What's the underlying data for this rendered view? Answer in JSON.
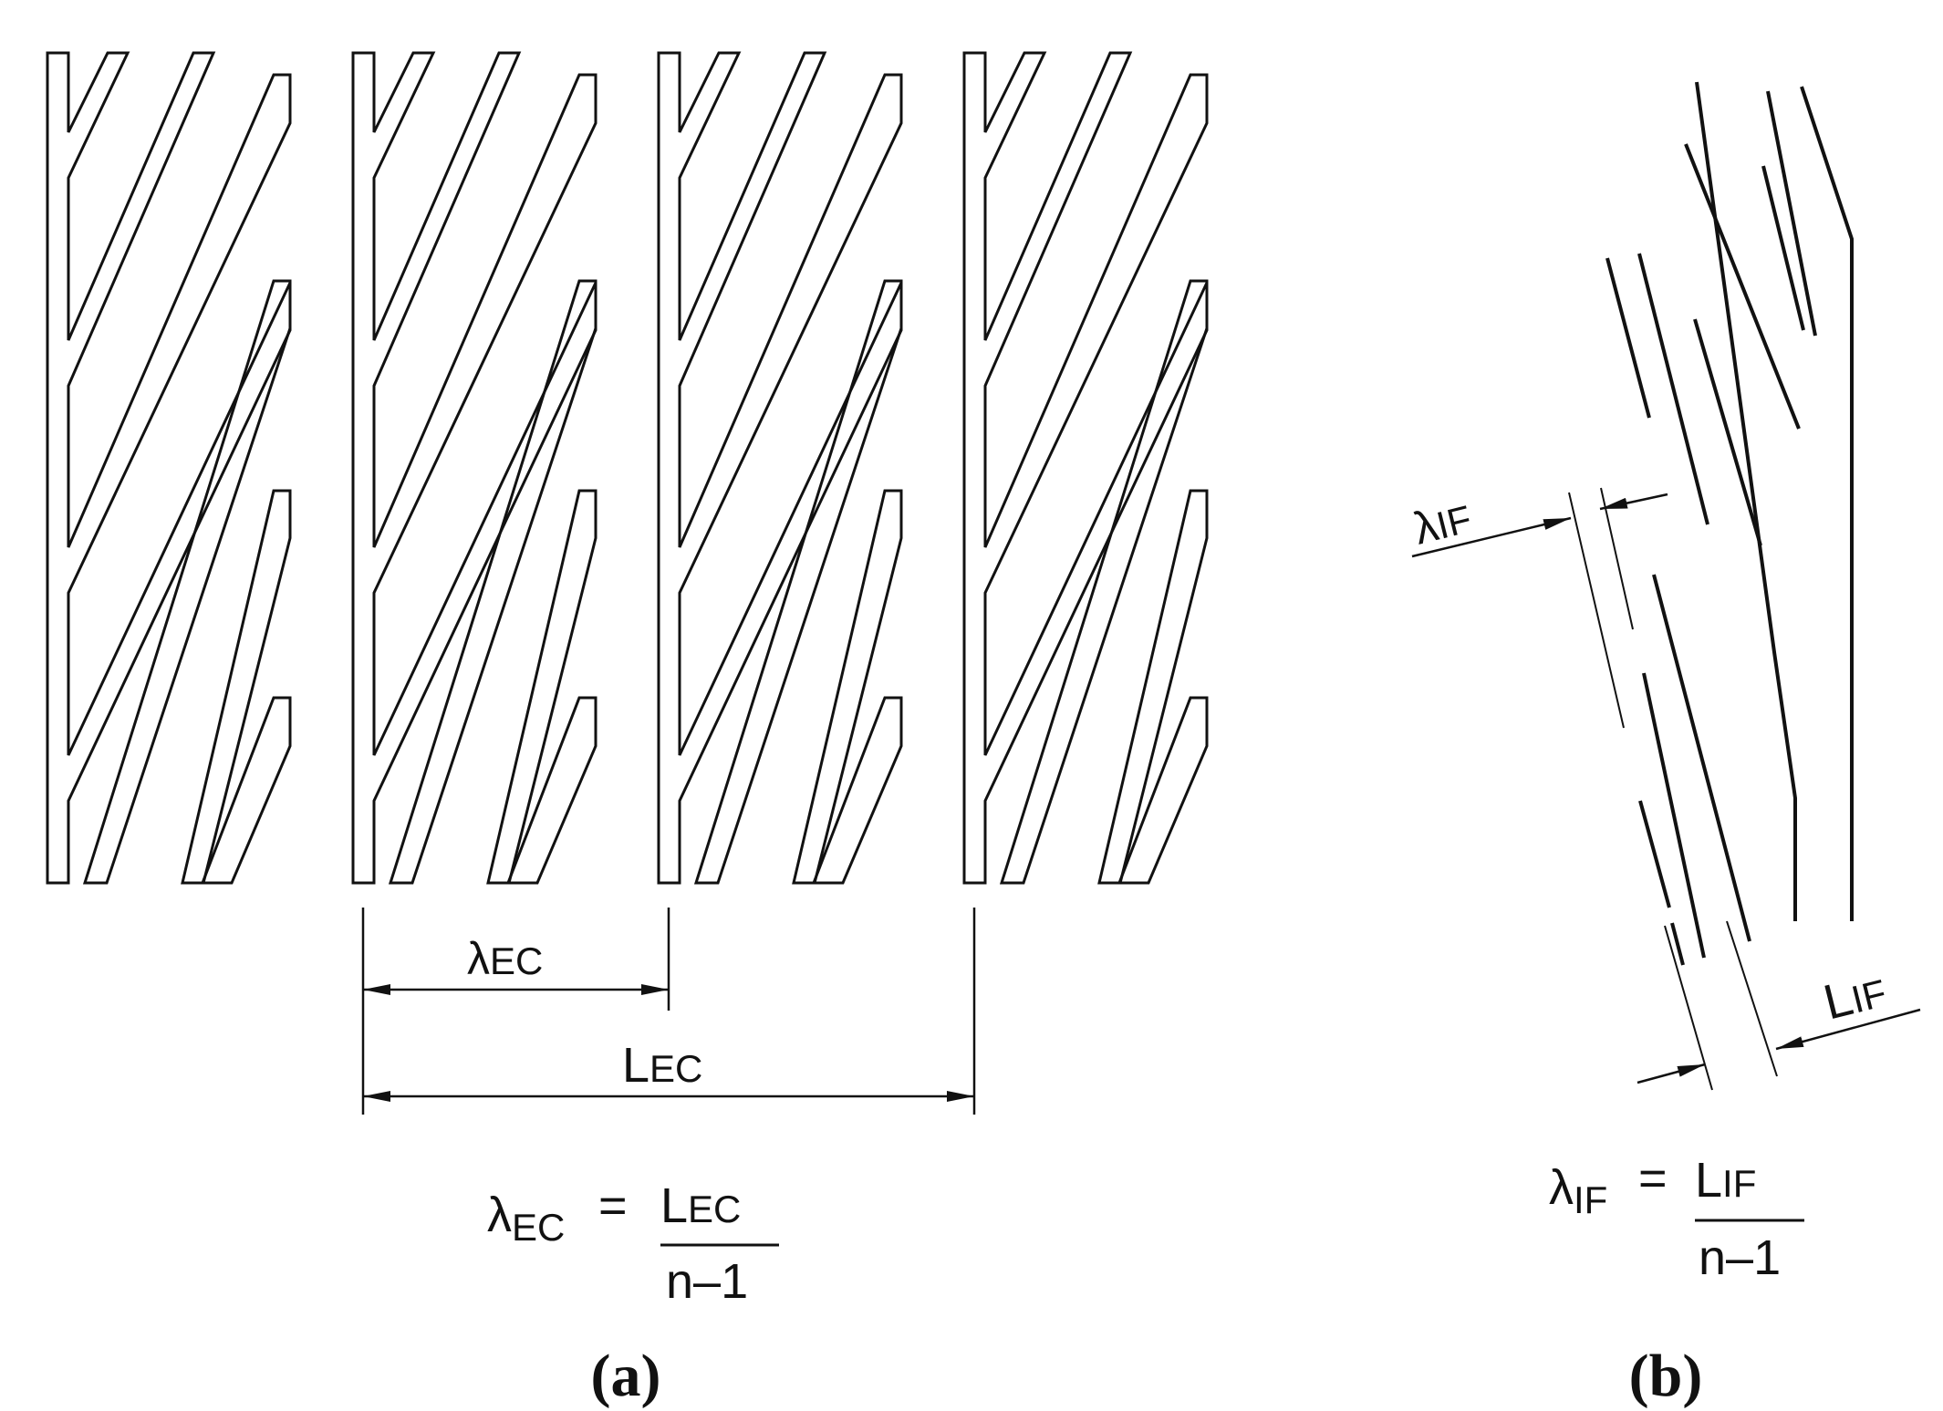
{
  "panel_a": {
    "dim_lambda_symbol": "λ",
    "dim_lambda_sub": "EC",
    "dim_L_symbol": "L",
    "dim_L_sub": "EC",
    "eq_lhs_symbol": "λ",
    "eq_lhs_sub": "EC",
    "eq_equals": "=",
    "eq_num_symbol": "L",
    "eq_num_sub": "EC",
    "eq_den": "n–1",
    "caption": "(a)"
  },
  "panel_b": {
    "dim_lambda_symbol": "λ",
    "dim_lambda_sub": "IF",
    "dim_L_symbol": "L",
    "dim_L_sub": "IF",
    "eq_lhs_symbol": "λ",
    "eq_lhs_sub": "IF",
    "eq_equals": "=",
    "eq_num_symbol": "L",
    "eq_num_sub": "IF",
    "eq_den": "n–1",
    "caption": "(b)"
  }
}
